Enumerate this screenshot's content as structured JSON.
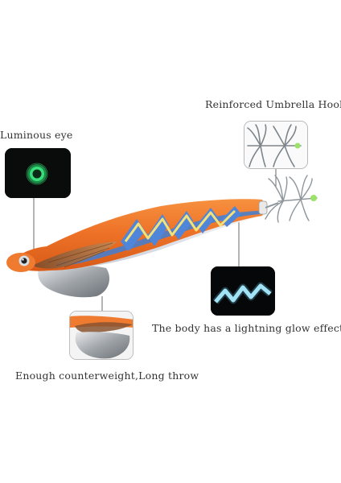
{
  "labels": {
    "hook": "Reinforced Umbrella Hook",
    "eye": "Luminous eye",
    "glow": "The body has a lightning glow effect",
    "weight": "Enough counterweight,Long throw"
  },
  "colors": {
    "body_orange": "#f07a2e",
    "body_blue": "#3e7fd6",
    "zigzag_yellow": "#f3e27a",
    "glow_green": "#37e07a",
    "glow_cyan": "#bff2ff",
    "hook_silver": "#8f969b"
  }
}
